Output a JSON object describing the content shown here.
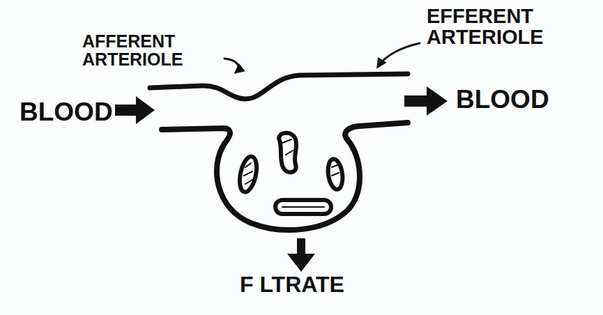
{
  "diagram": {
    "labels": [
      "AFFERENT ARTERIOLE",
      "EFFERENT ARTERIOLE",
      "BLOOD",
      "BLOOD",
      "F LTRATE"
    ]
  }
}
